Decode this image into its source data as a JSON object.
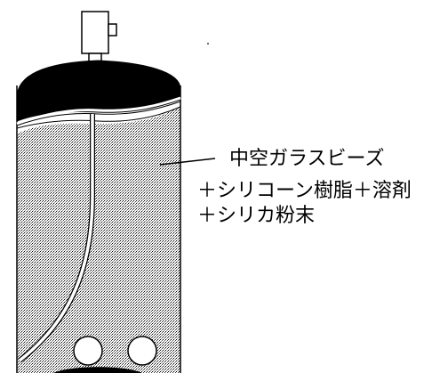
{
  "annotation": {
    "lines": [
      "中空ガラスビーズ",
      "＋シリコーン樹脂＋溶剤",
      "＋シリカ粉末"
    ]
  },
  "colors": {
    "outline": "#000000",
    "dome_fill": "#000000",
    "background": "#ffffff",
    "fill_pattern_bg": "#ffffff",
    "fill_pattern_dot": "#000000"
  },
  "components": {
    "top": "valve-actuator",
    "dome": "can-dome",
    "body": "can-body-with-filled-mixture",
    "tube": "dip-tube",
    "bottom": "stirring-balls",
    "ball_count": 2
  }
}
